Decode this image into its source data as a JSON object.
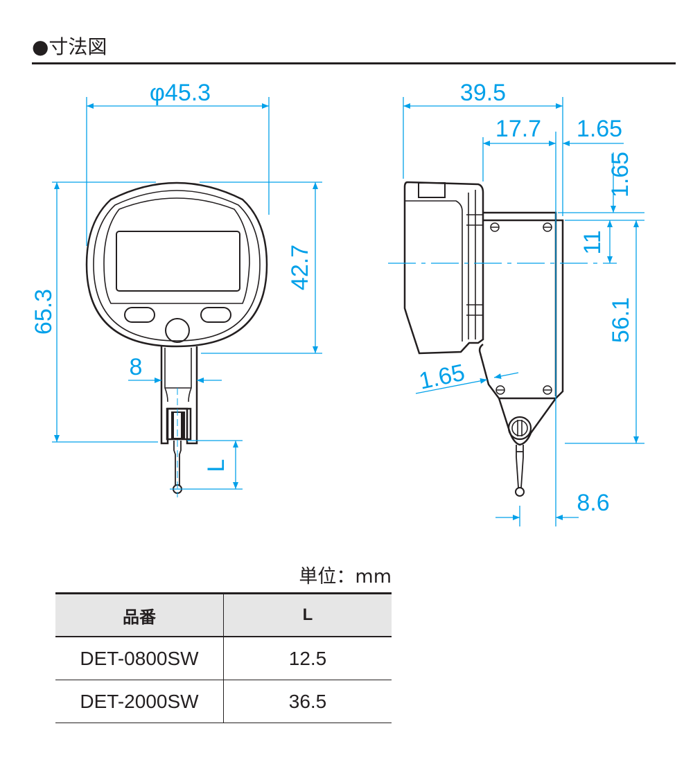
{
  "header": {
    "title": "●寸法図"
  },
  "colors": {
    "dimension": "#00a0e9",
    "outline": "#231f20",
    "table_header": "#e6e6e6"
  },
  "front_view": {
    "diameter": "φ45.3",
    "total_height": "65.3",
    "body_height": "42.7",
    "stem_width": "8",
    "stylus_length": "L"
  },
  "side_view": {
    "total_depth": "39.5",
    "dial_depth": "17.7",
    "plate_offset_h": "1.65",
    "plate_offset_v": "1.65",
    "center_offset": "11",
    "plate_height": "56.1",
    "arm_offset": "1.65",
    "stylus_offset": "8.6"
  },
  "table": {
    "units": "単位：mm",
    "headers": [
      "品番",
      "L"
    ],
    "rows": [
      [
        "DET-0800SW",
        "12.5"
      ],
      [
        "DET-2000SW",
        "36.5"
      ]
    ]
  }
}
